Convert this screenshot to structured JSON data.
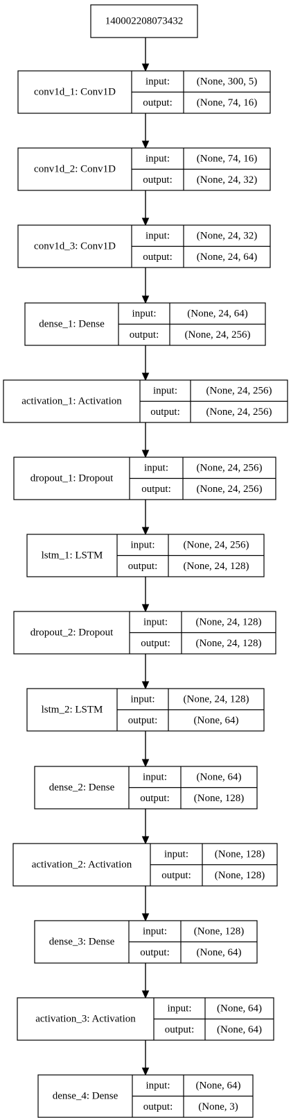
{
  "root": {
    "label": "140002208073432"
  },
  "io_labels": {
    "input": "input:",
    "output": "output:"
  },
  "layers": [
    {
      "name": "conv1d_1: Conv1D",
      "input": "(None, 300, 5)",
      "output": "(None, 74, 16)"
    },
    {
      "name": "conv1d_2: Conv1D",
      "input": "(None, 74, 16)",
      "output": "(None, 24, 32)"
    },
    {
      "name": "conv1d_3: Conv1D",
      "input": "(None, 24, 32)",
      "output": "(None, 24, 64)"
    },
    {
      "name": "dense_1: Dense",
      "input": "(None, 24, 64)",
      "output": "(None, 24, 256)"
    },
    {
      "name": "activation_1: Activation",
      "input": "(None, 24, 256)",
      "output": "(None, 24, 256)"
    },
    {
      "name": "dropout_1: Dropout",
      "input": "(None, 24, 256)",
      "output": "(None, 24, 256)"
    },
    {
      "name": "lstm_1: LSTM",
      "input": "(None, 24, 256)",
      "output": "(None, 24, 128)"
    },
    {
      "name": "dropout_2: Dropout",
      "input": "(None, 24, 128)",
      "output": "(None, 24, 128)"
    },
    {
      "name": "lstm_2: LSTM",
      "input": "(None, 24, 128)",
      "output": "(None, 64)"
    },
    {
      "name": "dense_2: Dense",
      "input": "(None, 64)",
      "output": "(None, 128)"
    },
    {
      "name": "activation_2: Activation",
      "input": "(None, 128)",
      "output": "(None, 128)"
    },
    {
      "name": "dense_3: Dense",
      "input": "(None, 128)",
      "output": "(None, 64)"
    },
    {
      "name": "activation_3: Activation",
      "input": "(None, 64)",
      "output": "(None, 64)"
    },
    {
      "name": "dense_4: Dense",
      "input": "(None, 64)",
      "output": "(None, 3)"
    }
  ]
}
